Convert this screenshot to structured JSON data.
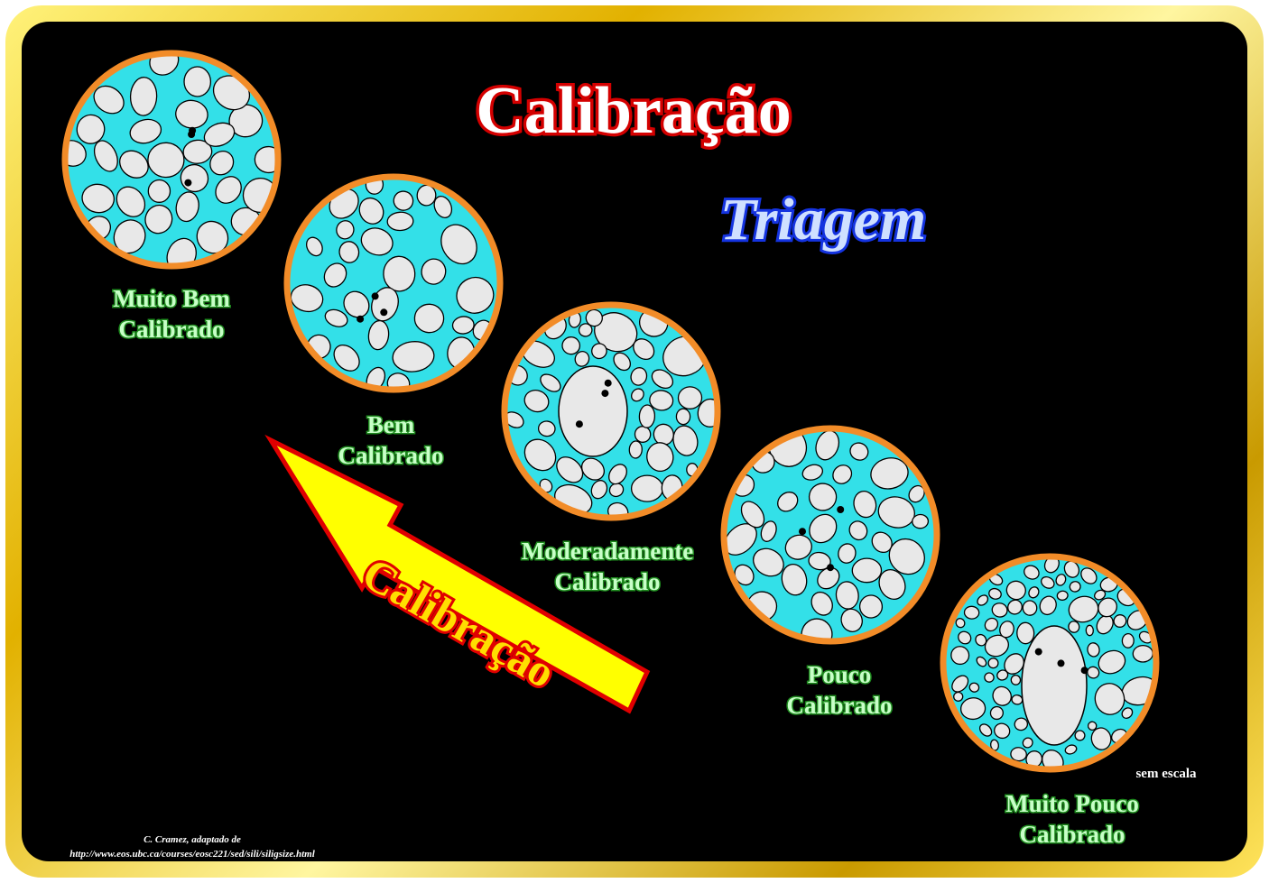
{
  "title": "Calibração",
  "subtitle": "Triagem",
  "samples": [
    {
      "label_line1": "Muito Bem",
      "label_line2": "Calibrado"
    },
    {
      "label_line1": "Bem",
      "label_line2": "Calibrado"
    },
    {
      "label_line1": "Moderadamente",
      "label_line2": "Calibrado"
    },
    {
      "label_line1": "Pouco",
      "label_line2": "Calibrado"
    },
    {
      "label_line1": "Muito Pouco",
      "label_line2": "Calibrado"
    }
  ],
  "arrow_label": "Calibração",
  "scale_note": "sem escala",
  "credit_line1": "C. Cramez, adaptado de",
  "credit_line2": "http://www.eos.ubc.ca/courses/eosc221/sed/sili/siligsize.html",
  "colors": {
    "background": "#000000",
    "frame": "#e2b100",
    "circle_ring": "#f28c28",
    "matrix": "#33e0e8",
    "grain": "#e8e8e8",
    "title_outline": "#d40000",
    "subtitle_outline": "#1433e0",
    "label_fill": "#c8ffc8",
    "arrow_fill": "#ffff00",
    "arrow_outline": "#e00000"
  }
}
